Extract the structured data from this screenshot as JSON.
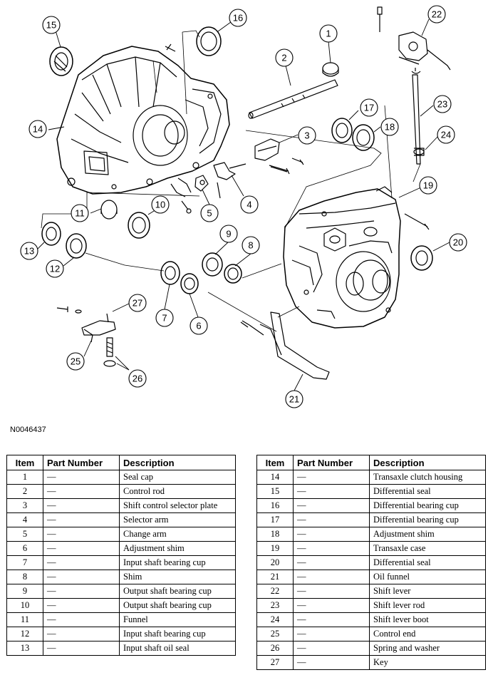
{
  "figure_id": "N0046437",
  "table_headers": {
    "item": "Item",
    "part_number": "Part Number",
    "description": "Description"
  },
  "parts_left": [
    {
      "item": "1",
      "part_number": "—",
      "description": "Seal cap"
    },
    {
      "item": "2",
      "part_number": "—",
      "description": "Control rod"
    },
    {
      "item": "3",
      "part_number": "—",
      "description": "Shift control selector plate"
    },
    {
      "item": "4",
      "part_number": "—",
      "description": "Selector arm"
    },
    {
      "item": "5",
      "part_number": "—",
      "description": "Change arm"
    },
    {
      "item": "6",
      "part_number": "—",
      "description": "Adjustment shim"
    },
    {
      "item": "7",
      "part_number": "—",
      "description": "Input shaft bearing cup"
    },
    {
      "item": "8",
      "part_number": "—",
      "description": "Shim"
    },
    {
      "item": "9",
      "part_number": "—",
      "description": "Output shaft bearing cup"
    },
    {
      "item": "10",
      "part_number": "—",
      "description": "Output shaft bearing cup"
    },
    {
      "item": "11",
      "part_number": "—",
      "description": "Funnel"
    },
    {
      "item": "12",
      "part_number": "—",
      "description": "Input shaft bearing cup"
    },
    {
      "item": "13",
      "part_number": "—",
      "description": "Input shaft oil seal"
    }
  ],
  "parts_right": [
    {
      "item": "14",
      "part_number": "—",
      "description": "Transaxle clutch housing"
    },
    {
      "item": "15",
      "part_number": "—",
      "description": "Differential seal"
    },
    {
      "item": "16",
      "part_number": "—",
      "description": "Differential bearing cup"
    },
    {
      "item": "17",
      "part_number": "—",
      "description": "Differential bearing cup"
    },
    {
      "item": "18",
      "part_number": "—",
      "description": "Adjustment shim"
    },
    {
      "item": "19",
      "part_number": "—",
      "description": "Transaxle case"
    },
    {
      "item": "20",
      "part_number": "—",
      "description": "Differential seal"
    },
    {
      "item": "21",
      "part_number": "—",
      "description": "Oil funnel"
    },
    {
      "item": "22",
      "part_number": "—",
      "description": "Shift lever"
    },
    {
      "item": "23",
      "part_number": "—",
      "description": "Shift lever rod"
    },
    {
      "item": "24",
      "part_number": "—",
      "description": "Shift lever boot"
    },
    {
      "item": "25",
      "part_number": "—",
      "description": "Control end"
    },
    {
      "item": "26",
      "part_number": "—",
      "description": "Spring and washer"
    },
    {
      "item": "27",
      "part_number": "—",
      "description": "Key"
    }
  ],
  "callouts": [
    "1",
    "2",
    "3",
    "4",
    "5",
    "6",
    "7",
    "8",
    "9",
    "10",
    "11",
    "12",
    "13",
    "14",
    "15",
    "16",
    "17",
    "18",
    "19",
    "20",
    "21",
    "22",
    "23",
    "24",
    "25",
    "26",
    "27"
  ]
}
